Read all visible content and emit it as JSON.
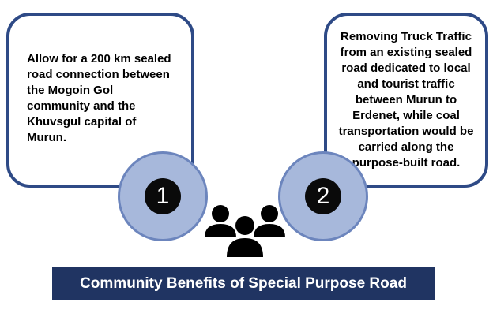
{
  "benefits": [
    {
      "number": "1",
      "text": "Allow for a 200 km sealed road connection between the Mogoin Gol community and the Khuvsgul capital of Murun."
    },
    {
      "number": "2",
      "text": "Removing Truck Traffic from an existing sealed road dedicated to local and tourist traffic between Murun to Erdenet, while coal transportation would be carried along the purpose-built road."
    }
  ],
  "banner": {
    "title": "Community Benefits of Special Purpose Road"
  },
  "icons": {
    "community": "people-group-icon"
  },
  "colors": {
    "box_border": "#2e4a86",
    "circle_fill": "#a7b8db",
    "circle_border": "#6c85bd",
    "number_badge": "#0a0a0a",
    "banner_bg": "#203462",
    "banner_text": "#ffffff"
  }
}
